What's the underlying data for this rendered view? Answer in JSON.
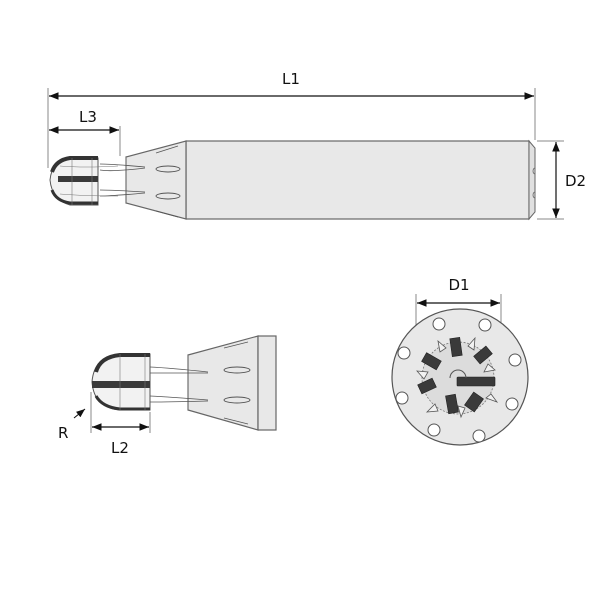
{
  "diagram": {
    "type": "technical-drawing",
    "subject": "ball nose end mill",
    "views": {
      "side_view": {
        "dimensions": {
          "overall_length": "L1",
          "flute_length": "L3",
          "shank_diameter": "D2"
        }
      },
      "detail_view": {
        "dimensions": {
          "radius": "R",
          "cutting_length": "L2"
        }
      },
      "end_view": {
        "dimensions": {
          "cutting_diameter": "D1"
        }
      }
    }
  },
  "colors": {
    "body_fill": "#e8e8e8",
    "outline": "#555555",
    "insert_dark": "#3a3a3a",
    "dimension_line": "#111111"
  }
}
